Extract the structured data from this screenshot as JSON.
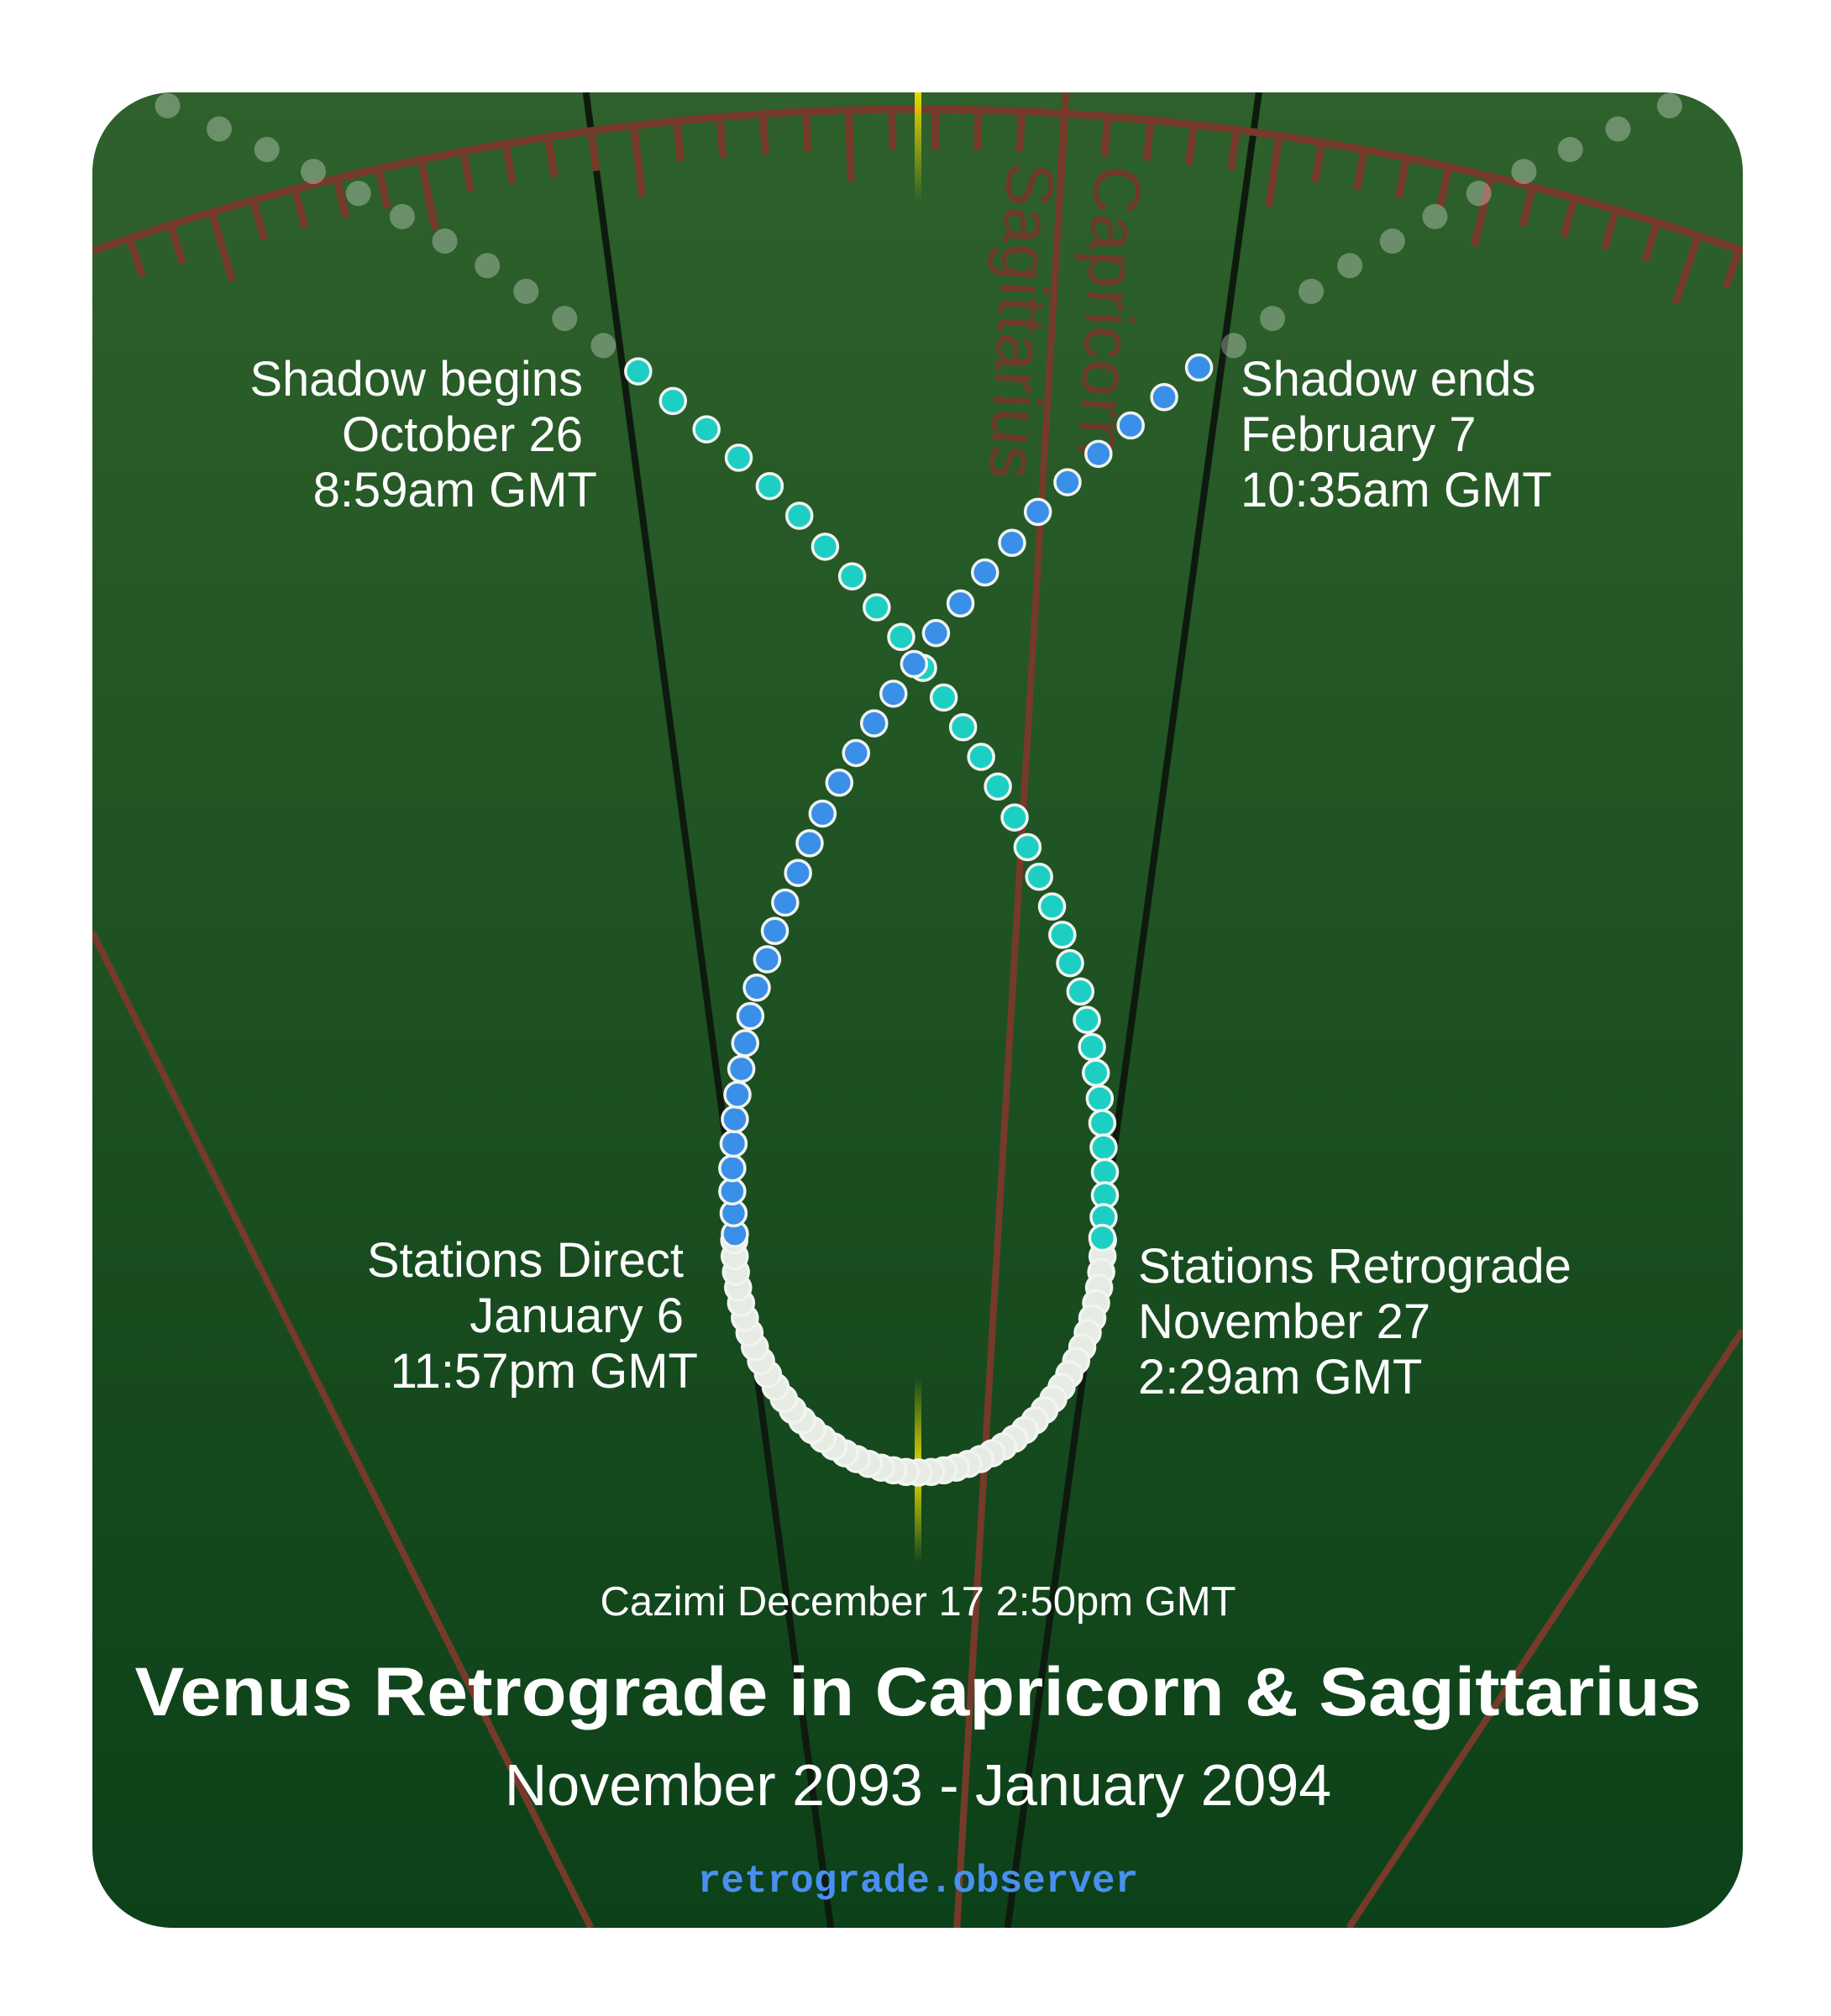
{
  "colors": {
    "background_top": "#2e612b",
    "background_bottom": "#0c4119",
    "ecliptic": "#763a2a",
    "shadow_lines": "#0f1a0f",
    "cazimi_marker": "#e8d800",
    "pre_retrograde_dots": "#1dcfc2",
    "post_retrograde_dots": "#3a8fe8",
    "retrograde_dots": "#e6ebe4",
    "url": "#4a8ff0"
  },
  "signs": [
    "Capricorn",
    "Sagittarius"
  ],
  "events": {
    "shadow_begins": {
      "label": "Shadow begins",
      "date": "October 26",
      "time": "8:59am GMT"
    },
    "shadow_ends": {
      "label": "Shadow ends",
      "date": "February 7",
      "time": "10:35am GMT"
    },
    "stations_direct": {
      "label": "Stations Direct",
      "date": "January 6",
      "time": "11:57pm GMT"
    },
    "stations_retrograde": {
      "label": "Stations Retrograde",
      "date": "November 27",
      "time": "2:29am GMT"
    },
    "cazimi": "Cazimi December 17 2:50pm GMT"
  },
  "title": "Venus Retrograde in Capricorn & Sagittarius",
  "subtitle": "November 2093 - January 2094",
  "url": "retrograde.observer"
}
